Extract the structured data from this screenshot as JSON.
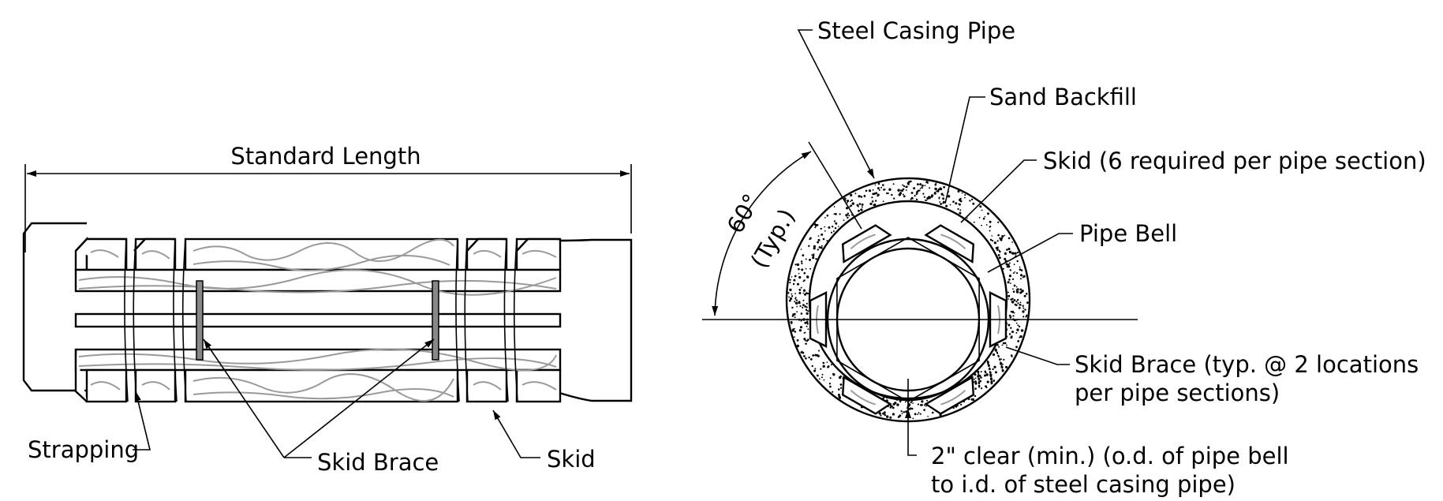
{
  "side_view": {
    "dimension_label": "Standard Length",
    "labels": {
      "strapping": "Strapping",
      "skid_brace": "Skid Brace",
      "skid": "Skid"
    }
  },
  "cross_section": {
    "angle_label": "60°",
    "angle_note": "(Typ.)",
    "labels": {
      "steel_casing_pipe": "Steel Casing Pipe",
      "sand_backfill": "Sand Backfill",
      "skid": "Skid (6 required per pipe section)",
      "pipe_bell": "Pipe Bell",
      "skid_brace_line1": "Skid Brace (typ. @ 2 locations",
      "skid_brace_line2": "per pipe sections)",
      "clearance_line1": "2\" clear (min.) (o.d. of pipe bell",
      "clearance_line2": "to i.d. of steel casing pipe)"
    }
  },
  "colors": {
    "line": "#000000",
    "wood_grain": "#9a9a9a",
    "brace_fill": "#888888"
  }
}
